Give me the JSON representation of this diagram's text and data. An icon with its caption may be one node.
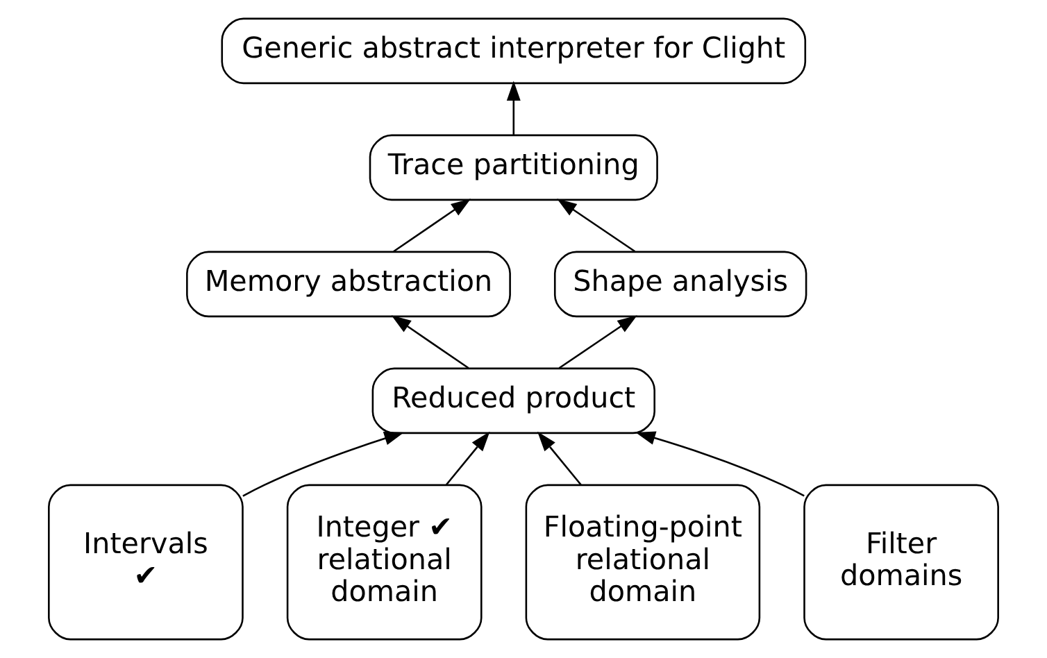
{
  "diagram": {
    "nodes": [
      {
        "text": [
          "Generic abstract interpreter for Clight"
        ]
      },
      {
        "text": [
          "Trace partitioning"
        ]
      },
      {
        "text": [
          "Memory abstraction"
        ]
      },
      {
        "text": [
          "Shape analysis"
        ]
      },
      {
        "text": [
          "Reduced product"
        ]
      },
      {
        "text": [
          "Intervals ✔"
        ]
      },
      {
        "text": [
          "Integer ✔ relational domain"
        ]
      },
      {
        "text": [
          "Floating-point relational domain"
        ]
      },
      {
        "text": [
          "Filter domains"
        ]
      }
    ],
    "edges": [
      {
        "from": 1,
        "to": 0,
        "arrow": "to"
      },
      {
        "from": 2,
        "to": 1,
        "arrow": "to"
      },
      {
        "from": 3,
        "to": 1,
        "arrow": "to"
      },
      {
        "from": 4,
        "to": 2,
        "arrow": "to"
      },
      {
        "from": 4,
        "to": 3,
        "arrow": "to"
      },
      {
        "from": 5,
        "to": 4,
        "arrow": "to"
      },
      {
        "from": 6,
        "to": 4,
        "arrow": "to"
      },
      {
        "from": 7,
        "to": 4,
        "arrow": "to"
      },
      {
        "from": 8,
        "to": 4,
        "arrow": "to"
      }
    ]
  }
}
